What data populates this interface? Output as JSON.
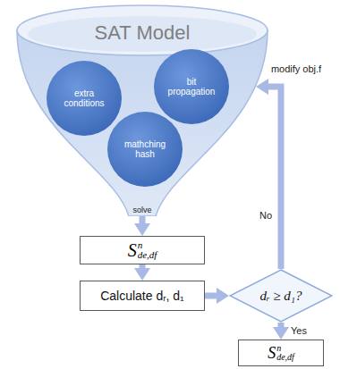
{
  "diagram": {
    "nodes": [
      {
        "text": [
          "SAT Model"
        ]
      },
      {
        "text": [
          "extra conditions"
        ],
        "in": 0
      },
      {
        "text": [
          "bit propagation"
        ],
        "in": 0
      },
      {
        "text": [
          "mathching hash"
        ],
        "in": 0
      },
      {
        "text": [
          "S",
          "n",
          "de,df"
        ]
      },
      {
        "text": [
          "Calculate dᵣ, d₁"
        ]
      },
      {
        "text": [
          "dᵣ ≥ d₁?"
        ]
      },
      {
        "text": [
          "S",
          "n",
          "de,df"
        ]
      }
    ],
    "edges": [
      {
        "from": 0,
        "to": 4,
        "arrow": "to",
        "label": "solve"
      },
      {
        "from": 4,
        "to": 5,
        "arrow": "to"
      },
      {
        "from": 5,
        "to": 6,
        "arrow": "to"
      },
      {
        "from": 6,
        "to": 0,
        "arrow": "to",
        "label": "No"
      },
      {
        "from": 6,
        "to": 7,
        "arrow": "to",
        "label": "Yes"
      }
    ],
    "labels": [
      "modify obj.f"
    ]
  }
}
